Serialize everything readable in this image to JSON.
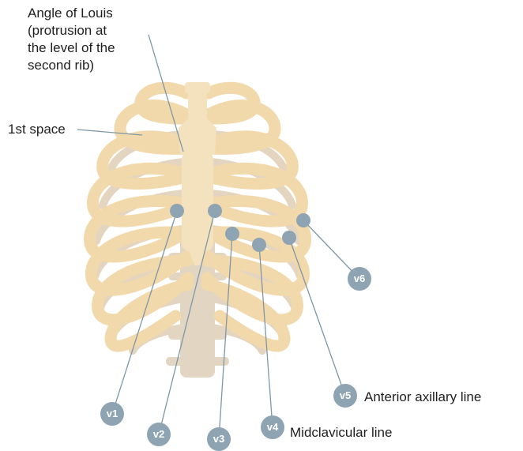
{
  "labels": {
    "angle_of_louis": [
      "Angle of Louis",
      "(protrusion at",
      "the level of the",
      "second rib)"
    ],
    "first_space": "1st space",
    "anterior_axillary_line": "Anterior axillary line",
    "midclavicular_line": "Midclavicular line"
  },
  "leads": [
    "v1",
    "v2",
    "v3",
    "v4",
    "v5",
    "v6"
  ],
  "colors": {
    "rib_front": "#f2d9ab",
    "rib_back": "#e3d5c0",
    "sternum": "#f4e2bf",
    "spine": "#e2d6c2",
    "electrode": "#8ea4b3",
    "leader_line": "#7f97a6"
  }
}
